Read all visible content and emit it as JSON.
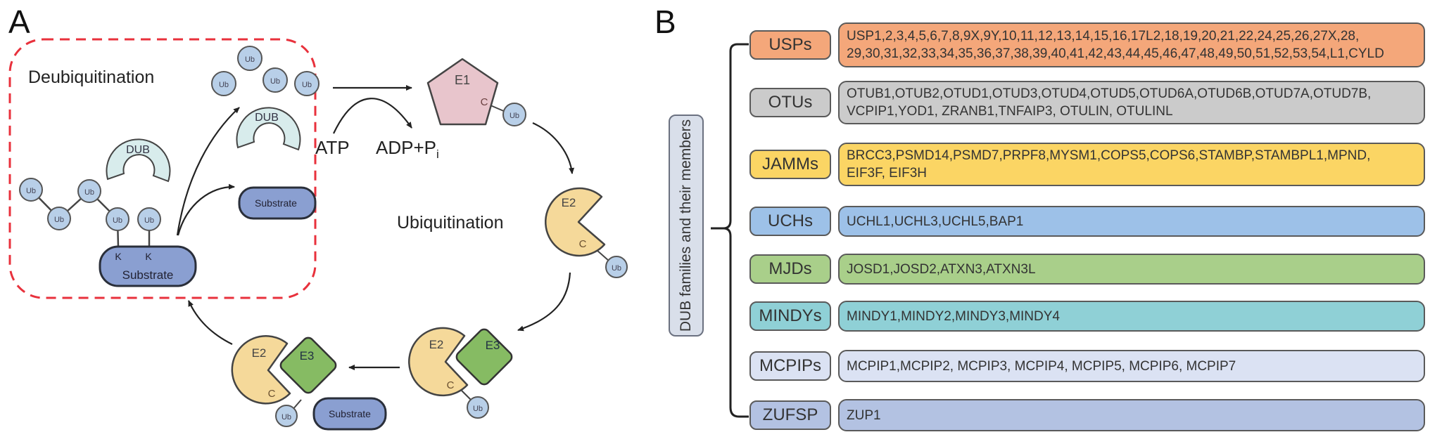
{
  "panel_a": {
    "letter": "A",
    "deubiquitination_label": "Deubiquitination",
    "ubiquitination_label": "Ubiquitination",
    "atp_label": "ATP",
    "adp_label": "ADP+P",
    "adp_subscript": "i",
    "ub_label": "Ub",
    "dub_label": "DUB",
    "substrate_label": "Substrate",
    "lysine_label": "K",
    "cysteine_label": "C",
    "e1_label": "E1",
    "e2_label": "E2",
    "e3_label": "E3",
    "colors": {
      "dashed_box": "#e8313c",
      "ub_fill": "#b8cfe8",
      "dub_fill": "#d8ecec",
      "substrate_fill": "#8a9fd1",
      "e1_fill": "#e8c5cc",
      "e2_fill": "#f5d99a",
      "e3_fill": "#86bb63"
    }
  },
  "panel_b": {
    "letter": "B",
    "group_label": "DUB families and their members",
    "families": [
      {
        "name": "USPs",
        "color": "#f4a77a",
        "lines": [
          "USP1,2,3,4,5,6,7,8,9X,9Y,10,11,12,13,14,15,16,17L2,18,19,20,21,22,24,25,26,27X,28,",
          "29,30,31,32,33,34,35,36,37,38,39,40,41,42,43,44,45,46,47,48,49,50,51,52,53,54,L1,CYLD"
        ]
      },
      {
        "name": "OTUs",
        "color": "#cbcbcb",
        "lines": [
          "OTUB1,OTUB2,OTUD1,OTUD3,OTUD4,OTUD5,OTUD6A,OTUD6B,OTUD7A,OTUD7B,",
          "VCPIP1,YOD1, ZRANB1,TNFAIP3, OTULIN, OTULINL"
        ]
      },
      {
        "name": "JAMMs",
        "color": "#fbd564",
        "lines": [
          "BRCC3,PSMD14,PSMD7,PRPF8,MYSM1,COPS5,COPS6,STAMBP,STAMBPL1,MPND,",
          "EIF3F, EIF3H"
        ]
      },
      {
        "name": "UCHs",
        "color": "#9dc1e8",
        "lines": [
          "UCHL1,UCHL3,UCHL5,BAP1"
        ]
      },
      {
        "name": "MJDs",
        "color": "#a9cf8a",
        "lines": [
          "JOSD1,JOSD2,ATXN3,ATXN3L"
        ]
      },
      {
        "name": "MINDYs",
        "color": "#8fd0d6",
        "lines": [
          "MINDY1,MINDY2,MINDY3,MINDY4"
        ]
      },
      {
        "name": "MCPIPs",
        "color": "#dbe2f3",
        "lines": [
          "MCPIP1,MCPIP2, MCPIP3, MCPIP4, MCPIP5, MCPIP6, MCPIP7"
        ]
      },
      {
        "name": "ZUFSP",
        "color": "#b3c2e2",
        "lines": [
          "ZUP1"
        ]
      }
    ]
  }
}
